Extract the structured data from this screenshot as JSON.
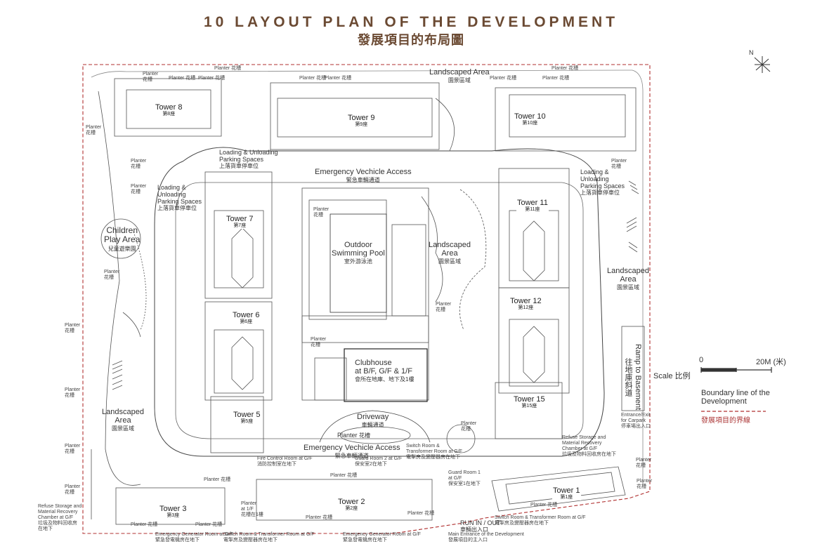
{
  "title": {
    "en": "10 LAYOUT PLAN OF THE DEVELOPMENT",
    "zh": "發展項目的布局圖"
  },
  "towers": [
    {
      "name": "Tower 1",
      "zh": "第1座"
    },
    {
      "name": "Tower 2",
      "zh": "第2座"
    },
    {
      "name": "Tower 3",
      "zh": "第3座"
    },
    {
      "name": "Tower 5",
      "zh": "第5座"
    },
    {
      "name": "Tower 6",
      "zh": "第6座"
    },
    {
      "name": "Tower 7",
      "zh": "第7座"
    },
    {
      "name": "Tower 8",
      "zh": "第8座"
    },
    {
      "name": "Tower 9",
      "zh": "第9座"
    },
    {
      "name": "Tower 10",
      "zh": "第10座"
    },
    {
      "name": "Tower 11",
      "zh": "第11座"
    },
    {
      "name": "Tower 12",
      "zh": "第12座"
    },
    {
      "name": "Tower 15",
      "zh": "第15座"
    }
  ],
  "areas": {
    "landscaped_en": "Landscaped Area",
    "landscaped_zh": "園景區域",
    "landscaped_top": "Landscaped Area",
    "landscaped_mid_en_1": "Landscaped",
    "landscaped_mid_en_2": "Area",
    "landscaped_right_en_1": "Landscaped",
    "landscaped_right_en_2": "Area",
    "landscaped_left_en_1": "Landscaped",
    "landscaped_left_en_2": "Area",
    "children_en_1": "Children",
    "children_en_2": "Play Area",
    "children_zh": "兒童遊樂園",
    "pool_en_1": "Outdoor",
    "pool_en_2": "Swimming Pool",
    "pool_zh": "室外游泳池",
    "clubhouse_en_1": "Clubhouse",
    "clubhouse_en_2": "at B/F, G/F & 1/F",
    "clubhouse_zh": "會所在地庫、地下及1樓",
    "driveway_en": "Driveway",
    "driveway_zh": "車輛通道",
    "eva_en": "Emergency Vechicle Access",
    "eva_zh": "緊急車輛通道",
    "loading_en_1": "Loading & Unloading",
    "loading_en_2": "Parking Spaces",
    "loading_zh": "上落貨車停車位",
    "loading_left_en_1": "Loading &",
    "loading_left_en_2": "Unloading",
    "loading_left_en_3": "Parking Spaces",
    "loading_right_en_1": "Loading &",
    "loading_right_en_2": "Unloading",
    "loading_right_en_3": "Parking Spaces",
    "planter_en": "Planter",
    "planter_zh": "花槽",
    "ramp_en": "Ramp to Basement",
    "ramp_zh": "往地庫斜道",
    "entrance_carpark_en_1": "Entrance/Exit",
    "entrance_carpark_en_2": "for Carpark",
    "entrance_carpark_zh": "停車場出入口",
    "refuse_right_en_1": "Refuse Storage and",
    "refuse_right_en_2": "Material Recovery",
    "refuse_right_en_3": "Chamber at G/F",
    "refuse_right_zh": "垃圾及物料回收房在地下",
    "refuse_left_en_1": "Refuse Storage and",
    "refuse_left_en_2": "Material Recovery",
    "refuse_left_en_3": "Chamber at G/F",
    "refuse_left_zh_1": "垃圾及物料回收房",
    "refuse_left_zh_2": "在地下",
    "fire_control_en": "Fire Control Room at G/F",
    "fire_control_zh": "消防控制室在地下",
    "guard2_en": "Guard Room 2 at G/F",
    "guard2_zh": "保安室2在地下",
    "guard1_en_1": "Guard Room 1",
    "guard1_en_2": "at G/F",
    "guard1_zh": "保安室1在地下",
    "switch_top_en_1": "Switch Room &",
    "switch_top_en_2": "Transformer Room at G/F",
    "switch_top_zh": "電掣房及變壓器房在地下",
    "run_in_en": "RUN IN / OUT",
    "run_in_zh": "車輛出入口",
    "main_entrance_en": "Main Entrance of the Development",
    "main_entrance_zh": "發展項目的主入口",
    "egr_left_en": "Emergency Generator Room at G/F",
    "egr_left_zh": "緊急發電機房在地下",
    "switch_bottom_en": "Switch Room & Transformer Room at G/F",
    "switch_bottom_zh": "電掣房及變壓器房在地下",
    "egr_mid_en": "Emergency Generator Room at G/F",
    "egr_mid_zh": "緊急發電機房在地下",
    "switch_br_en": "Switch Room & Transformer Room at G/F",
    "switch_br_zh": "電掣房及變壓器房在地下",
    "planter_1f_en_1": "Planter",
    "planter_1f_en_2": "at 1/F",
    "planter_1f_zh": "花槽在1樓"
  },
  "legend": {
    "north": "N",
    "scale_label": "Scale 比例",
    "scale_start": "0",
    "scale_end": "20M (米)",
    "boundary_en_1": "Boundary line of the",
    "boundary_en_2": "Development",
    "boundary_zh": "發展項目的界線",
    "boundary_color": "#b03030"
  }
}
